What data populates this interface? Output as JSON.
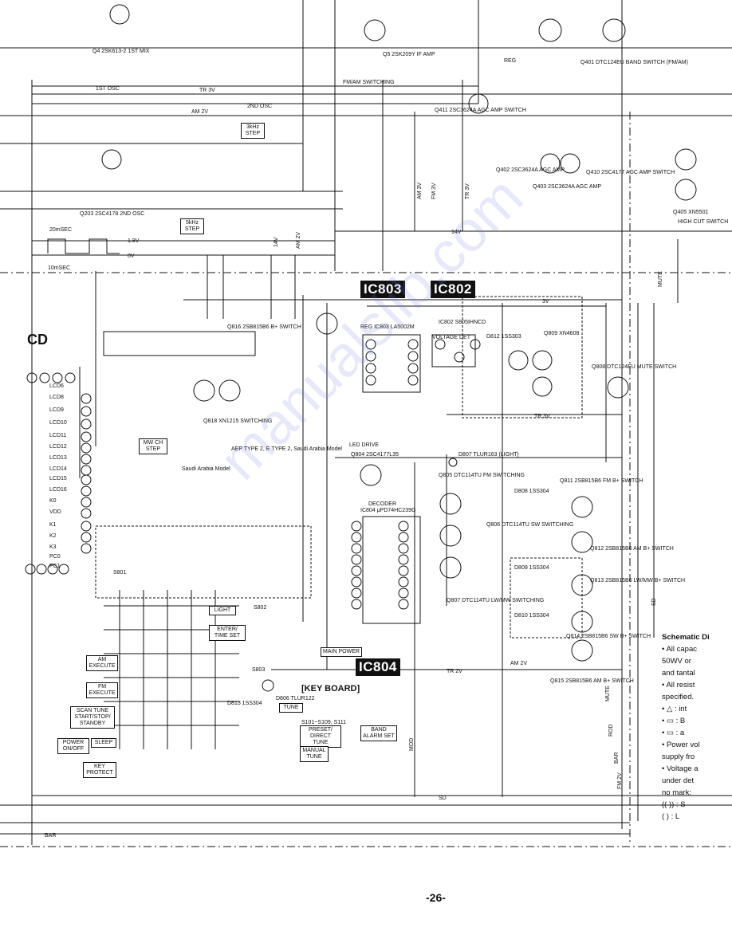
{
  "ic_badges": {
    "ic803": "IC803",
    "ic802": "IC802",
    "ic804": "IC804"
  },
  "section_titles": {
    "key_board": "[KEY BOARD]",
    "lcd": "CD"
  },
  "page_number": "-26-",
  "watermark": "manualslib.com",
  "boxes": {
    "step_3k": "3kHz STEP",
    "step_5k": "5kHz STEP",
    "mw_ch_step": "MW CH STEP",
    "light": "LIGHT",
    "enter_time_set": "ENTER/ TIME SET",
    "main_power": "MAIN POWER",
    "am_execute": "AM EXECUTE",
    "fm_execute": "FM EXECUTE",
    "scan_tune": "SCAN TUNE START/STOP/ STANDBY",
    "power": "POWER ON/OFF",
    "sleep": "SLEEP",
    "key_protect": "KEY PROTECT",
    "tune": "TUNE",
    "preset_direct": "PRESET/ DIRECT TUNE",
    "manual_tune": "MANUAL TUNE",
    "band_alarm": "BAND ALARM SET"
  },
  "notes": {
    "heading": "Schematic Di",
    "lines": [
      "• All capac",
      "  50WV or",
      "  and tantal",
      "• All resist",
      "  specified.",
      "• △ : int",
      "• ▭ : B",
      "• ▭ : a",
      "• Power vol",
      "  supply fro",
      "• Voltage a",
      "  under det",
      "  no mark:",
      "  (( )) : S",
      "  (  ) : L"
    ]
  },
  "labels": {
    "osc1": "1ST OSC",
    "osc2": "2ND OSC",
    "tr3v": "TR 3V",
    "am2v": "AM 2V",
    "fm_am_sw": "FM/AM SWITCHING",
    "reg": "REG",
    "sd": "SD",
    "bar": "BAR",
    "mute": "MUTE",
    "fm2v": "FM 2V",
    "v14": "14V",
    "v3": "3V",
    "am3v": "AM 3V",
    "fm3v": "FM 3V",
    "tr2v": "TR 2V",
    "rod": "ROD",
    "mod": "MOD",
    "ms20": "20mSEC",
    "ms10": "10mSEC",
    "v18": "1.8V",
    "v0": "0V",
    "voltage_det": "VOLTAGE DET",
    "decoder": "DECODER",
    "led_drive": "LED DRIVE",
    "ap_type": "AEP TYPE 2, E TYPE 2, Saudi Arabia Model",
    "saudi": "Saudi Arabia Model",
    "q401": "Q401 DTC124EU BAND SWITCH (FM/AM)",
    "q403": "Q403 2SC3624A AGC AMP",
    "q405": "Q405 XN5501",
    "high_cut": "HIGH CUT SWITCH",
    "q203": "Q203 2SC4178 2ND OSC",
    "q4": "Q4 2SK613-2 1ST MIX",
    "q5": "Q5 2SK209Y IF AMP",
    "q411": "Q411 2SC3624A AGC AMP SWITCH",
    "q410": "Q410 2SC4177 AGC AMP SWITCH",
    "q402": "Q402 2SC3624A AGC AMP",
    "q816": "Q816 2SB815B6 B+ SWITCH",
    "q818": "Q818 XN1215 SWITCHING",
    "q809": "Q809 XN4608",
    "q808": "Q808 DTC124EU MUTE SWITCH",
    "q804": "Q804 2SC4177L35",
    "q805": "Q805 DTC114TU FM SWITCHING",
    "q806": "Q806 DTC114TU SW SWITCHING",
    "q807": "Q807 DTC114TU LW/MW SWITCHING",
    "q811": "Q811 2SB815B6 FM B+ SWITCH",
    "q812": "Q812 2SB815B6 AM B+ SWITCH",
    "q813": "Q813 2SB815B6 LW/MW B+ SWITCH",
    "q814": "Q814 2SB815B6 SW B+ SWITCH",
    "q815": "Q815 2SB815B6 AM B+ SWITCH",
    "ic803_part": "REG IC803 LA5002M",
    "ic802_part": "IC802 S805IHNCD",
    "ic804_part": "IC804 μPD74HC239G",
    "d807": "D807 TLUR163 (LIGHT)",
    "d806": "D806 TLUR122",
    "d808": "D808 1SS304",
    "d809": "D809 1SS304",
    "d810": "D810 1SS304",
    "d812": "D812 1SS303",
    "d813": "D813 1SS304",
    "s801": "S801",
    "s802": "S802",
    "s803": "S803",
    "keys_row": "S101~S109, S111",
    "lcd_pins": [
      "LCD6",
      "LCD8",
      "LCD9",
      "LCD10",
      "LCD11",
      "LCD12",
      "LCD13",
      "LCD14",
      "LCD15",
      "LCD16",
      "K0",
      "VDD",
      "K1",
      "K2",
      "K3",
      "PC0",
      "PC1"
    ]
  }
}
